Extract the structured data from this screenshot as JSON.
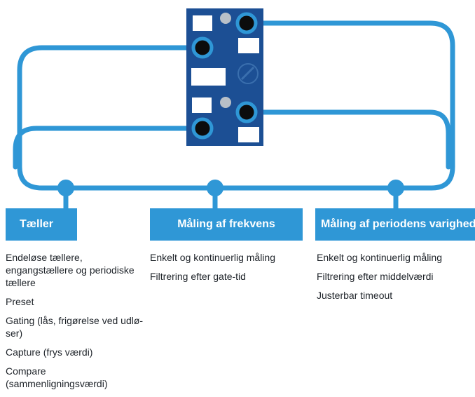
{
  "colors": {
    "line": "#2f97d6",
    "module_body": "#1c4f94",
    "tab_bg": "#2f97d6",
    "tab_text": "#ffffff",
    "list_text": "#1e2329"
  },
  "sections": [
    {
      "title": "Tæller",
      "items": [
        "Endeløse tællere, engangstællere og periodiske tællere",
        "Preset",
        "Gating (lås, frigørelse ved udlø-ser)",
        "Capture (frys værdi)",
        "Compare (sammenligningsværdi)"
      ]
    },
    {
      "title": "Måling af frekvens",
      "items": [
        "Enkelt og kontinuerlig måling",
        "Filtrering efter gate-tid"
      ]
    },
    {
      "title": "Måling af periodens varighed",
      "items": [
        "Enkelt og kontinuerlig måling",
        "Filtrering efter middelværdi",
        "Justerbar timeout"
      ]
    }
  ]
}
